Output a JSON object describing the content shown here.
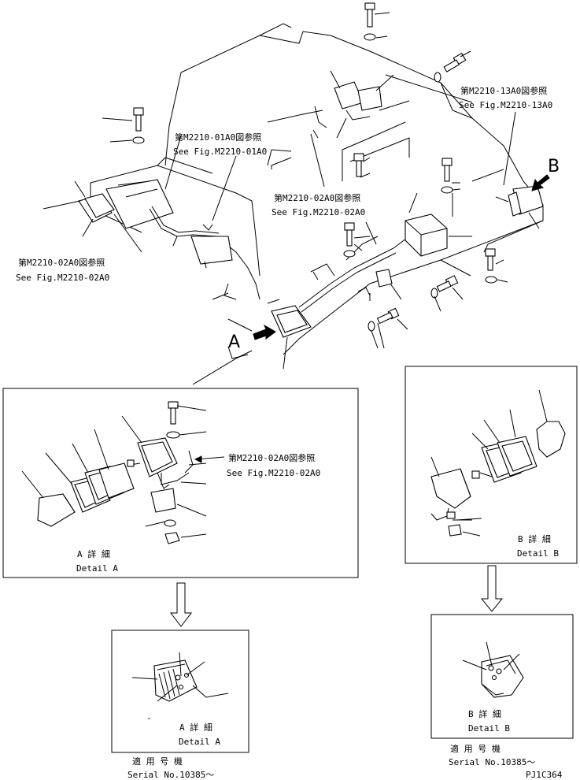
{
  "refs": {
    "top_right_jp": "第M2210-13A0図参照",
    "top_right_en": "See Fig.M2210-13A0",
    "upper_left_jp": "第M2210-01A0図参照",
    "upper_left_en": "See Fig.M2210-01A0",
    "center_jp": "第M2210-02A0図参照",
    "center_en": "See Fig.M2210-02A0",
    "left_jp": "第M2210-02A0図参照",
    "left_en": "See Fig.M2210-02A0",
    "detail_a_jp": "第M2210-02A0図参照",
    "detail_a_en": "See Fig.M2210-02A0"
  },
  "callouts": {
    "a": "A",
    "b": "B"
  },
  "detail_a": {
    "jp": "A 詳 細",
    "en": "Detail A"
  },
  "detail_b": {
    "jp": "B 詳 細",
    "en": "Detail B"
  },
  "detail_a_new": {
    "jp": "A 詳 細",
    "en": "Detail A",
    "dash": "-"
  },
  "detail_b_new": {
    "jp": "B 詳 細",
    "en": "Detail B"
  },
  "serial_a": {
    "jp": "適 用 号 機",
    "en": "Serial No.10385～"
  },
  "serial_b": {
    "jp": "適 用 号 機",
    "en": "Serial No.10385～"
  },
  "drawing_code": "PJ1C364"
}
